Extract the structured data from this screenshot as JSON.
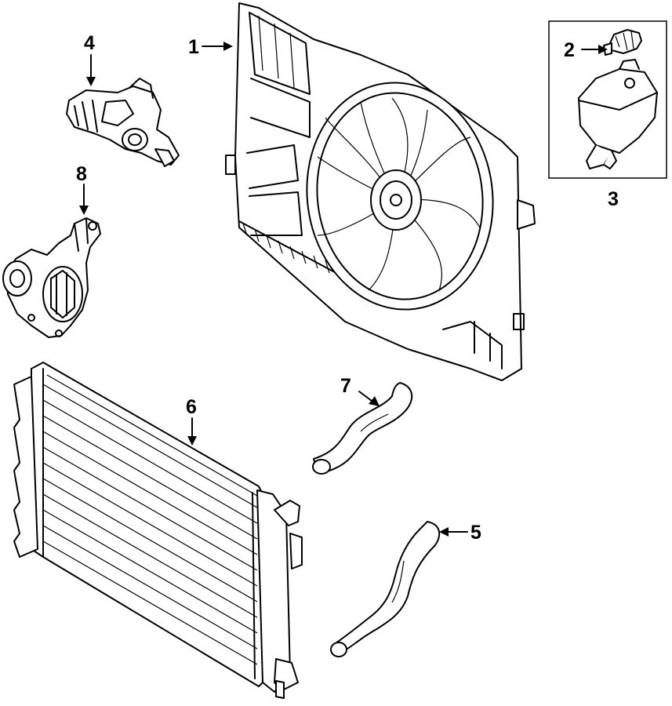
{
  "callouts": {
    "c1": "1",
    "c2": "2",
    "c3": "3",
    "c4": "4",
    "c5": "5",
    "c6": "6",
    "c7": "7",
    "c8": "8"
  },
  "icons": {
    "fan_shroud": "cooling-fan-shroud-icon",
    "cap": "reservoir-cap-icon",
    "reservoir": "coolant-reservoir-icon",
    "thermostat": "thermostat-housing-icon",
    "lower_hose": "lower-radiator-hose-icon",
    "radiator": "radiator-icon",
    "upper_hose": "upper-radiator-hose-icon",
    "water_pump": "water-pump-icon"
  }
}
